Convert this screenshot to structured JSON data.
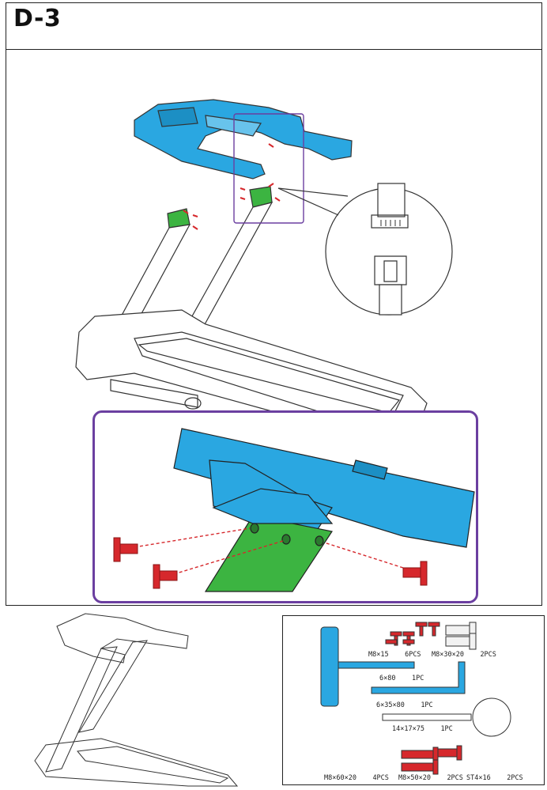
{
  "header": {
    "step_title": "D-3"
  },
  "hardware": {
    "items": [
      {
        "spec": "M8×15",
        "qty": "6PCS"
      },
      {
        "spec": "M8×30×20",
        "qty": "2PCS"
      },
      {
        "spec": "6×80",
        "qty": "1PC"
      },
      {
        "spec": "6×35×80",
        "qty": "1PC"
      },
      {
        "spec": "14×17×75",
        "qty": "1PC"
      },
      {
        "spec": "M8×60×20",
        "qty": "4PCS"
      },
      {
        "spec": "M8×50×20",
        "qty": "2PCS"
      },
      {
        "spec": "ST4×16",
        "qty": "2PCS"
      }
    ]
  },
  "colors": {
    "frame_blue": "#2aa7e1",
    "upright_green": "#3cb441",
    "bolt_red": "#d6282c",
    "callout_purple": "#6b3fa0"
  }
}
